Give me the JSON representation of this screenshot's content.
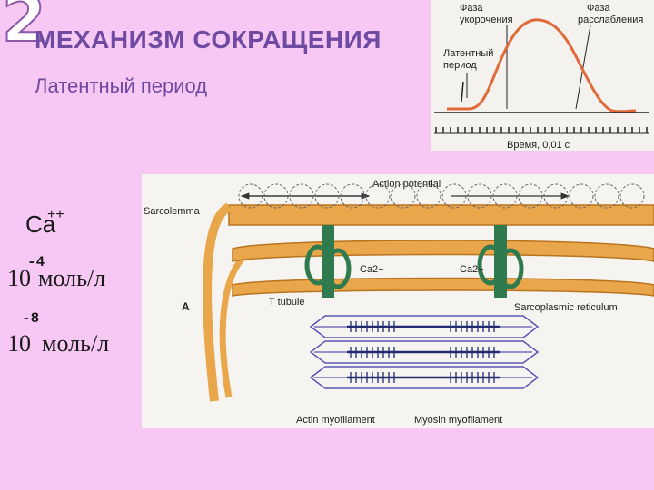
{
  "slide": {
    "number": "2",
    "title": "МЕХАНИЗМ СОКРАЩЕНИЯ",
    "subtitle": "Латентный период"
  },
  "calcium": {
    "ion": "Ca",
    "charge": "++",
    "level1": {
      "base": "10",
      "exponent": "-4",
      "unit": "моль/л"
    },
    "level2": {
      "base": "10",
      "exponent": "-8",
      "unit": "моль/л"
    }
  },
  "twitch_chart": {
    "phase_shortening": [
      "Фаза",
      "укорочения"
    ],
    "phase_relaxation": [
      "Фаза",
      "расслабления"
    ],
    "latent_period": [
      "Латентный",
      "период"
    ],
    "x_axis_label": "Время, 0,01 с"
  },
  "diagram": {
    "action_potential": "Action potential",
    "sarcolemma": "Sarcolemma",
    "t_tubule": "T tubule",
    "ca_left": "Ca2+",
    "ca_right": "Ca2+",
    "sarcoplasmic_reticulum": "Sarcoplasmic reticulum",
    "panel_letter": "A",
    "actin": "Actin myofilament",
    "myosin": "Myosin myofilament"
  },
  "colors": {
    "background": "#f8c8f4",
    "title": "#6e4aa0",
    "curve": "#e06a3a",
    "membrane": "#e9a64a",
    "myofilament": "#5a56b4",
    "channel": "#2f7a4e"
  }
}
